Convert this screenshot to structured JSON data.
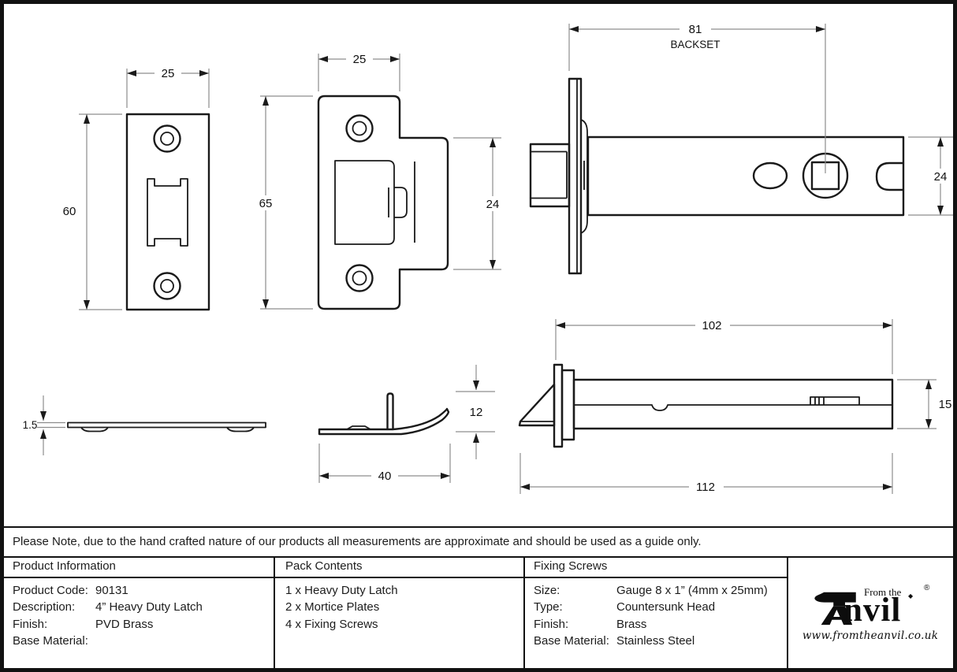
{
  "note": {
    "text": "Please Note, due to the hand crafted nature of our products all measurements are approximate and should be used as a guide only."
  },
  "table": {
    "product_information": {
      "title": "Product Information",
      "rows": [
        {
          "label": "Product Code:",
          "value": "90131"
        },
        {
          "label": "Description:",
          "value": "4” Heavy Duty Latch"
        },
        {
          "label": "Finish:",
          "value": "PVD Brass"
        },
        {
          "label": "Base Material:",
          "value": ""
        }
      ]
    },
    "pack_contents": {
      "title": "Pack Contents",
      "items": [
        "1 x Heavy Duty Latch",
        "2 x Mortice Plates",
        "4 x Fixing Screws"
      ]
    },
    "fixing_screws": {
      "title": "Fixing Screws",
      "rows": [
        {
          "label": "Size:",
          "value": "Gauge 8 x 1” (4mm x 25mm)"
        },
        {
          "label": "Type:",
          "value": "Countersunk Head"
        },
        {
          "label": "Finish:",
          "value": "Brass"
        },
        {
          "label": "Base Material:",
          "value": "Stainless Steel"
        }
      ]
    }
  },
  "logo": {
    "brand": "Anvil",
    "brand_rest": "nvil",
    "prefix": "From the",
    "diamond": "◆",
    "registered": "®",
    "url": "www.fromtheanvil.co.uk"
  },
  "dimensions": {
    "faceplate_front": {
      "width": "25",
      "height": "60"
    },
    "mortice_front": {
      "width": "25",
      "height": "65",
      "latch_opening": "24"
    },
    "latch_side": {
      "backset": "81",
      "backset_label": "BACKSET",
      "case_height": "24"
    },
    "faceplate_edge": {
      "thickness": "1.5"
    },
    "mortice_side": {
      "lip_height": "12",
      "width": "40"
    },
    "latch_top": {
      "case_length": "102",
      "case_height": "15",
      "overall_length": "112"
    }
  },
  "colors": {
    "line": "#1a1a1a",
    "dim_line": "#8d8d8d",
    "border": "#121212"
  }
}
